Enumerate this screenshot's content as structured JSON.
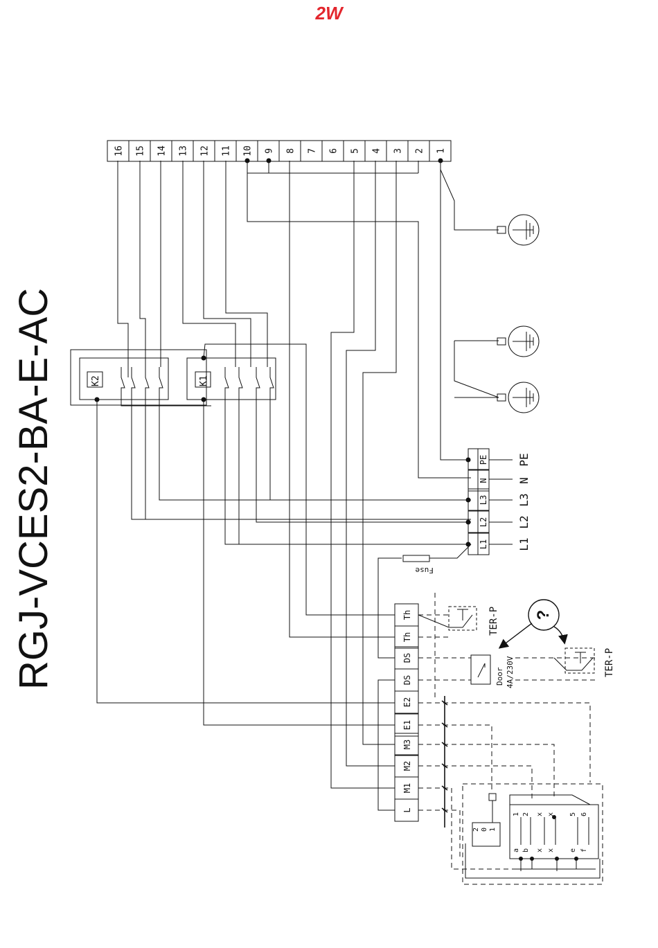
{
  "brand": {
    "logo_text": "2W",
    "logo_color_red": "#e3262d",
    "logo_color_blue": "#1b6fd6"
  },
  "title": "RGJ-VCES2-BA-E-AC",
  "terminal_strip": [
    "16",
    "15",
    "14",
    "13",
    "12",
    "11",
    "10",
    "9",
    "8",
    "7",
    "6",
    "5",
    "4",
    "3",
    "2",
    "1"
  ],
  "relays": {
    "k2": "K2",
    "k1": "K1"
  },
  "power_block": {
    "terminals": [
      "PE",
      "N",
      "L3",
      "L2",
      "L1"
    ],
    "outer_labels": [
      "PE",
      "N",
      "L3",
      "L2",
      "L1"
    ]
  },
  "fuse_label": "Fuse",
  "control_block": {
    "terminals": [
      "Th",
      "Th",
      "DS",
      "DS",
      "E2",
      "E1",
      "M3",
      "M2",
      "M1",
      "L"
    ]
  },
  "ter_p_1": "TER-P",
  "ter_p_2": "TER-P",
  "door_label": "Door",
  "door_rating": "4A/230V",
  "question_mark": "?",
  "switch": {
    "top_labels": [
      "1",
      "2",
      "x",
      "x",
      "5",
      "6"
    ],
    "bottom_labels": [
      "a",
      "b",
      "x",
      "x",
      "e",
      "f"
    ],
    "selector_labels": [
      "2",
      "0",
      "1"
    ]
  }
}
